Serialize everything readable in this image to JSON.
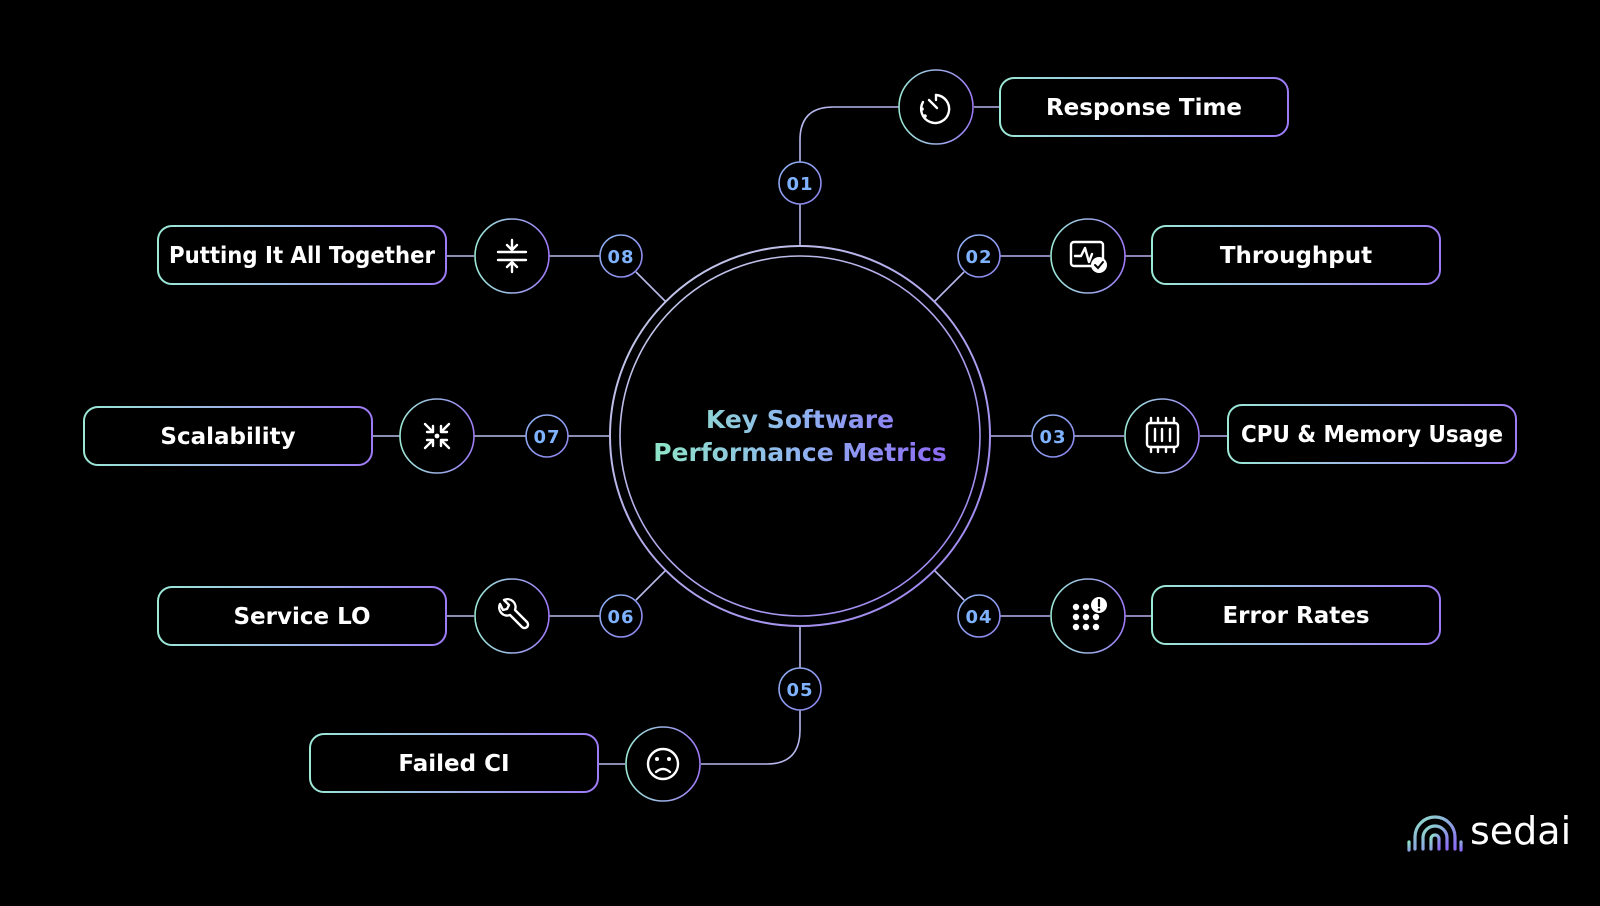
{
  "diagram": {
    "center": {
      "line1": "Key Software",
      "line2": "Performance Metrics",
      "gradient": [
        "#8ee3c8",
        "#8c6cf5"
      ]
    },
    "colors": {
      "background": "#000000",
      "number": "#7fb2ff",
      "accent_start": "#9be8d6",
      "accent_end": "#9d7bf6"
    },
    "items": [
      {
        "number": "01",
        "label": "Response Time",
        "icon": "timer-icon"
      },
      {
        "number": "02",
        "label": "Throughput",
        "icon": "monitor-check-icon"
      },
      {
        "number": "03",
        "label": "CPU & Memory Usage",
        "icon": "memory-chip-icon"
      },
      {
        "number": "04",
        "label": "Error Rates",
        "icon": "dots-alert-icon"
      },
      {
        "number": "05",
        "label": "Failed CI",
        "icon": "sad-face-icon"
      },
      {
        "number": "06",
        "label": "Service LO",
        "icon": "wrench-icon"
      },
      {
        "number": "07",
        "label": "Scalability",
        "icon": "compress-arrows-icon"
      },
      {
        "number": "08",
        "label": "Putting It All Together",
        "icon": "merge-arrows-icon"
      }
    ]
  },
  "brand": {
    "name": "sedai",
    "icon": "sedai-logo-icon"
  }
}
